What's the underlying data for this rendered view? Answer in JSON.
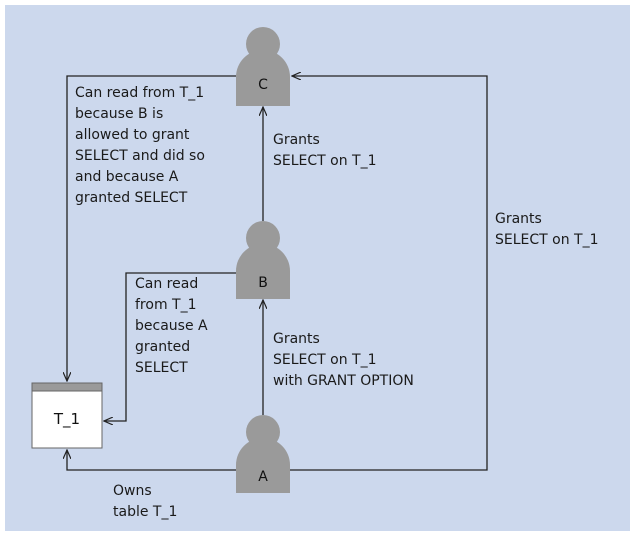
{
  "diagram": {
    "users": {
      "c": "C",
      "b": "B",
      "a": "A"
    },
    "table": {
      "name": "T_1"
    },
    "labels": {
      "c_reads": "Can read from T_1\nbecause B is\nallowed to grant\nSELECT and did so\nand because A\ngranted SELECT",
      "b_grants_c": "Grants\nSELECT on T_1",
      "a_grants_c": "Grants\nSELECT on T_1",
      "b_reads": "Can read\nfrom T_1\nbecause A\ngranted\nSELECT",
      "a_grants_b": "Grants\nSELECT on T_1\nwith GRANT OPTION",
      "a_owns": "Owns\ntable T_1"
    },
    "colors": {
      "background": "#ccd8ed",
      "person": "#9a9a9a",
      "table_header": "#9a9a9a",
      "table_body": "#ffffff",
      "line": "#222222"
    }
  }
}
